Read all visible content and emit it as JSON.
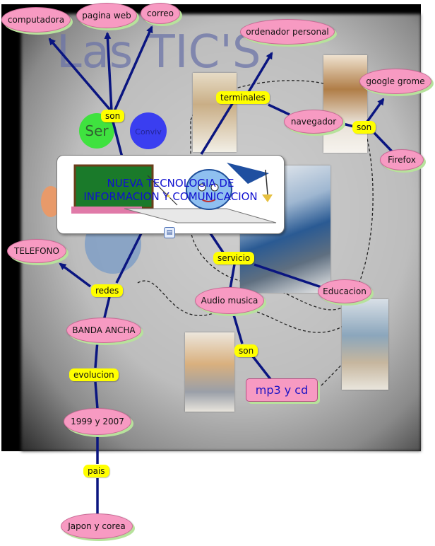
{
  "diagram": {
    "background_text": "Las TIC'S",
    "center_title": "NUEVA TECNOLOGIA DE\nINFORMACION Y COMUNICACION",
    "concepts": {
      "computadora": "computadora",
      "pagina_web": "pagina web",
      "correo": "correo",
      "ordenador_personal": "ordenador personal",
      "google_grome": "google grome",
      "navegador": "navegador",
      "firefox": "Firefox",
      "telefono": "TELEFONO",
      "educacion": "Educacion",
      "audio_musica": "Audio musica",
      "banda_ancha": "BANDA ANCHA",
      "mp3_cd": "mp3 y cd",
      "anios": "1999 y 2007",
      "japon_corea": "Japon y corea"
    },
    "link_labels": {
      "son_top": "son",
      "terminales": "terminales",
      "son_right": "son",
      "servicio": "servicio",
      "redes": "redes",
      "son_bottom": "son",
      "evolucion": "evolucion",
      "pais": "pais"
    },
    "colors": {
      "concept_fill": "#f79ac2",
      "link_label_fill": "#ffff00",
      "connector": "#0a1580",
      "center_text": "#1010d0",
      "mp3_text": "#1a12c4"
    }
  }
}
